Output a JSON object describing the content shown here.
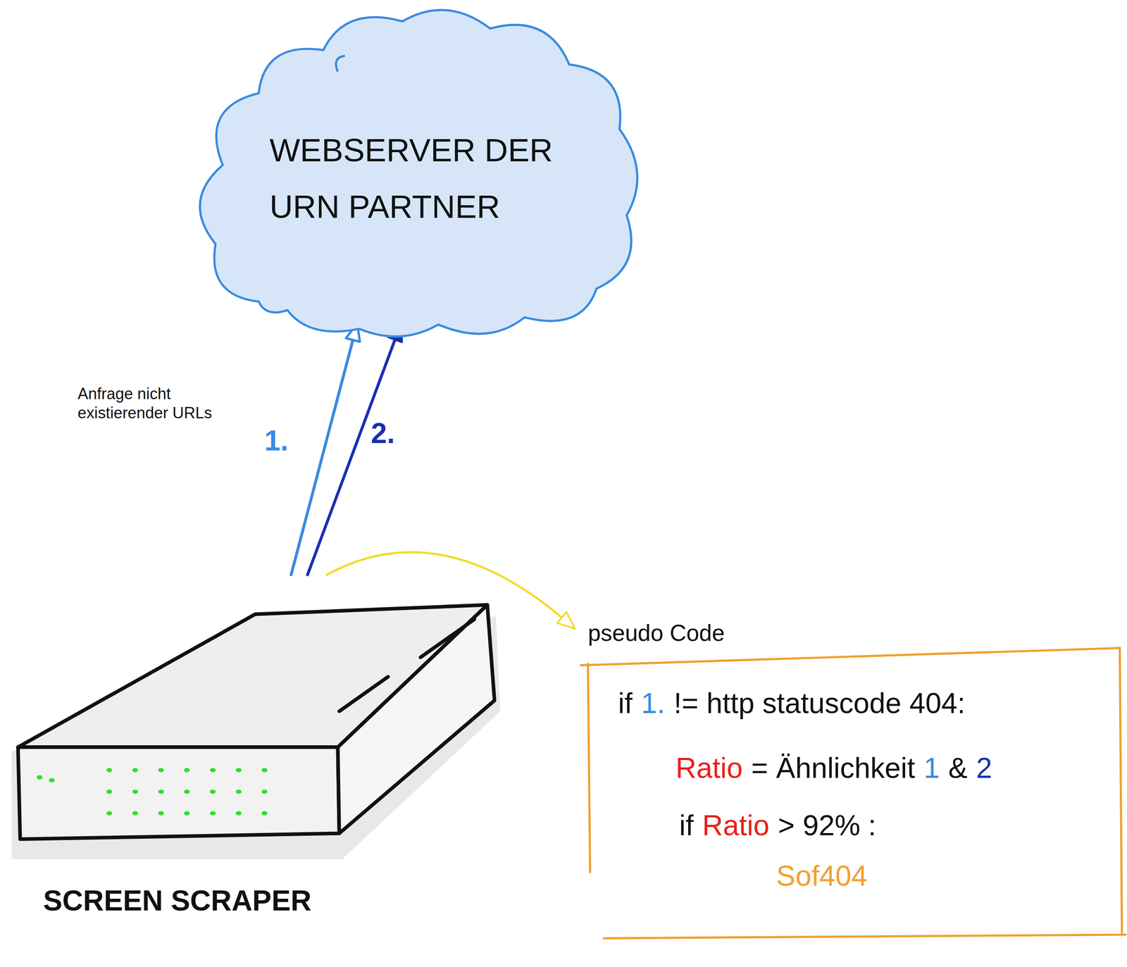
{
  "diagram": {
    "nodes": [
      {
        "text": [
          "WEBSERVER DER URN PARTNER"
        ]
      },
      {
        "text": [
          "SCREEN SCRAPER"
        ]
      },
      {
        "text": [
          "pseudo Code",
          "if",
          "1.",
          "!= http statuscode 404:",
          "Ratio",
          "= Ähnlichkeit",
          "1",
          "&",
          "2",
          "if",
          "Ratio",
          "> 92% :",
          "Sof404"
        ]
      }
    ],
    "edges": [
      {
        "from": 1,
        "to": 0,
        "label": "1.",
        "arrow": "to"
      },
      {
        "from": 1,
        "to": 0,
        "label": "2.",
        "arrow": "to"
      },
      {
        "from": 1,
        "to": 2,
        "arrow": "to"
      }
    ],
    "labels": [
      "Anfrage nicht existierender URLs"
    ]
  }
}
